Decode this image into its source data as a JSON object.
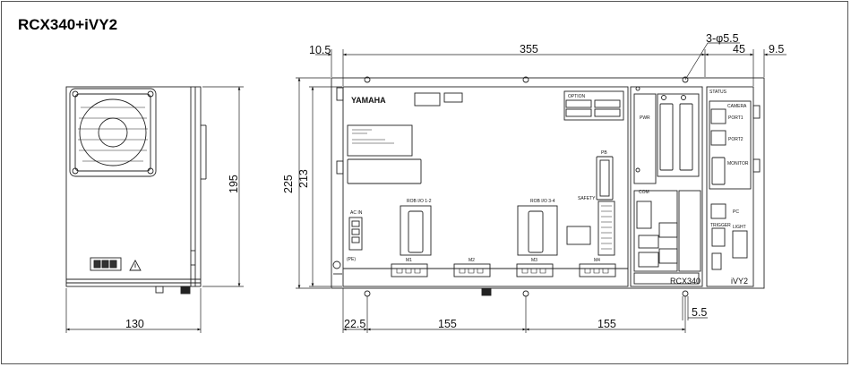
{
  "title": "RCX340+iVY2",
  "side_view": {
    "width_label": "130",
    "height_label": "195"
  },
  "front_view": {
    "dim_top_left": "10.5",
    "dim_top_main": "355",
    "dim_hole": "3-φ5.5",
    "dim_top_right1": "45",
    "dim_top_right2": "9.5",
    "dim_height_outer": "225",
    "dim_height_inner": "213",
    "dim_bottom_left": "22.5",
    "dim_bottom_mid1": "155",
    "dim_bottom_mid2": "155",
    "dim_bottom_right": "5.5",
    "brand": "YAMAHA",
    "option_label": "OPTION",
    "pb_label": "PB",
    "safety_label": "SAFETY",
    "acin_label": "AC IN",
    "pe_label": "(PE)",
    "rob_io_12": "ROB I/O 1-2",
    "rob_io_34": "ROB I/O 3-4",
    "motor_labels": [
      "M1",
      "M2",
      "M3",
      "M4"
    ],
    "rcx_label": "RCX340",
    "ivy_label": "iVY2",
    "pwr_label": "PWR",
    "com_label": "COM",
    "status_label": "STATUS",
    "camera_label": "CAMERA",
    "port1_label": "PORT1",
    "port2_label": "PORT2",
    "monitor_label": "MONITOR",
    "pc_label": "PC",
    "trigger_label": "TRIGGER",
    "light_label": "LIGHT"
  }
}
